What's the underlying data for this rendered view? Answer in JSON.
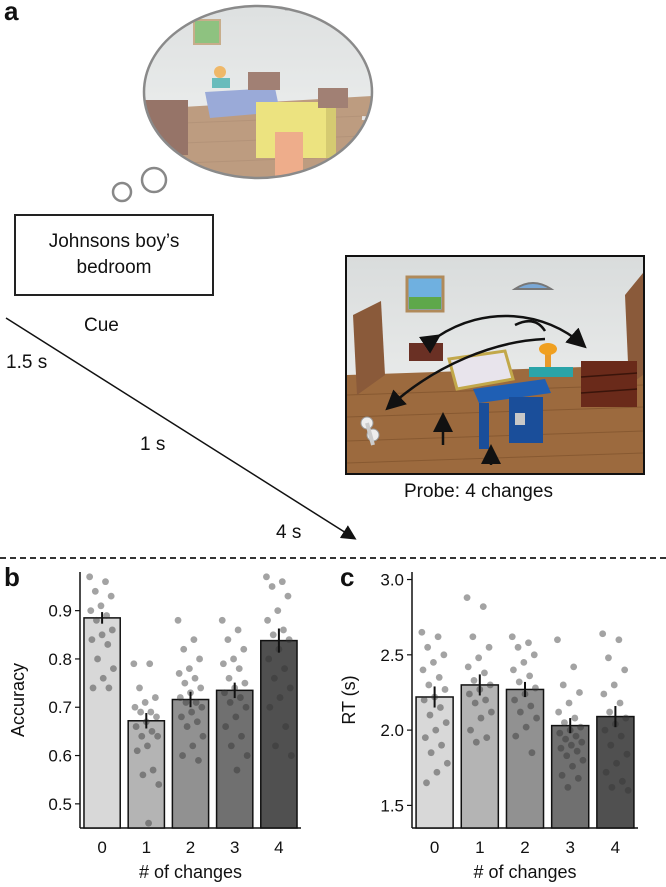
{
  "panels": {
    "a": "a",
    "b": "b",
    "c": "c"
  },
  "cue_box": {
    "line1": "Johnsons boy’s",
    "line2": "bedroom"
  },
  "timeline": {
    "cue_label": "Cue",
    "t1": "1.5 s",
    "t2": "1 s",
    "t3": "4 s"
  },
  "probe_label": "Probe: 4 changes",
  "chart_data": [
    {
      "type": "bar",
      "panel": "b",
      "categories": [
        "0",
        "1",
        "2",
        "3",
        "4"
      ],
      "values": [
        0.885,
        0.672,
        0.716,
        0.735,
        0.838
      ],
      "errors": [
        0.012,
        0.016,
        0.016,
        0.016,
        0.025
      ],
      "bar_colors": [
        "#d8d8d8",
        "#b4b4b4",
        "#919191",
        "#707070",
        "#505050"
      ],
      "xlabel": "# of changes",
      "ylabel": "Accuracy",
      "yticks": [
        0.5,
        0.6,
        0.7,
        0.8,
        0.9
      ],
      "ylim": [
        0.45,
        0.98
      ],
      "points": [
        [
          0.97,
          0.96,
          0.94,
          0.93,
          0.91,
          0.9,
          0.89,
          0.88,
          0.86,
          0.85,
          0.84,
          0.83,
          0.8,
          0.78,
          0.76,
          0.74,
          0.74
        ],
        [
          0.79,
          0.79,
          0.74,
          0.72,
          0.71,
          0.7,
          0.69,
          0.69,
          0.68,
          0.67,
          0.66,
          0.65,
          0.64,
          0.64,
          0.62,
          0.61,
          0.57,
          0.56,
          0.54,
          0.46
        ],
        [
          0.88,
          0.84,
          0.82,
          0.8,
          0.78,
          0.77,
          0.76,
          0.75,
          0.74,
          0.73,
          0.72,
          0.71,
          0.71,
          0.7,
          0.69,
          0.68,
          0.67,
          0.66,
          0.64,
          0.62,
          0.6,
          0.59
        ],
        [
          0.88,
          0.86,
          0.84,
          0.82,
          0.8,
          0.79,
          0.78,
          0.76,
          0.75,
          0.74,
          0.73,
          0.72,
          0.71,
          0.7,
          0.68,
          0.66,
          0.64,
          0.62,
          0.6,
          0.57
        ],
        [
          0.97,
          0.96,
          0.95,
          0.93,
          0.9,
          0.88,
          0.86,
          0.85,
          0.84,
          0.82,
          0.8,
          0.78,
          0.76,
          0.74,
          0.72,
          0.7,
          0.66,
          0.62,
          0.6
        ]
      ]
    },
    {
      "type": "bar",
      "panel": "c",
      "categories": [
        "0",
        "1",
        "2",
        "3",
        "4"
      ],
      "values": [
        2.22,
        2.3,
        2.27,
        2.03,
        2.09
      ],
      "errors": [
        0.07,
        0.07,
        0.05,
        0.05,
        0.07
      ],
      "bar_colors": [
        "#d8d8d8",
        "#b4b4b4",
        "#919191",
        "#707070",
        "#505050"
      ],
      "xlabel": "# of changes",
      "ylabel": "RT (s)",
      "yticks": [
        1.5,
        2.0,
        2.5,
        3.0
      ],
      "ylim": [
        1.35,
        3.05
      ],
      "points": [
        [
          2.65,
          2.62,
          2.55,
          2.5,
          2.45,
          2.4,
          2.35,
          2.3,
          2.27,
          2.22,
          2.2,
          2.15,
          2.1,
          2.05,
          2.0,
          1.95,
          1.9,
          1.85,
          1.78,
          1.72,
          1.65
        ],
        [
          2.88,
          2.82,
          2.62,
          2.55,
          2.48,
          2.42,
          2.38,
          2.33,
          2.3,
          2.27,
          2.24,
          2.2,
          2.18,
          2.12,
          2.08,
          2.0,
          1.95,
          1.92
        ],
        [
          2.62,
          2.58,
          2.55,
          2.5,
          2.45,
          2.4,
          2.36,
          2.32,
          2.28,
          2.24,
          2.2,
          2.16,
          2.12,
          2.08,
          2.02,
          1.96,
          1.85
        ],
        [
          2.6,
          2.42,
          2.3,
          2.25,
          2.18,
          2.12,
          2.08,
          2.05,
          2.02,
          2.0,
          1.98,
          1.96,
          1.94,
          1.92,
          1.9,
          1.88,
          1.86,
          1.83,
          1.8,
          1.76,
          1.7,
          1.68,
          1.62
        ],
        [
          2.64,
          2.6,
          2.48,
          2.4,
          2.3,
          2.24,
          2.18,
          2.12,
          2.08,
          2.04,
          2.0,
          1.96,
          1.9,
          1.84,
          1.78,
          1.72,
          1.66,
          1.62,
          1.6
        ]
      ]
    }
  ]
}
